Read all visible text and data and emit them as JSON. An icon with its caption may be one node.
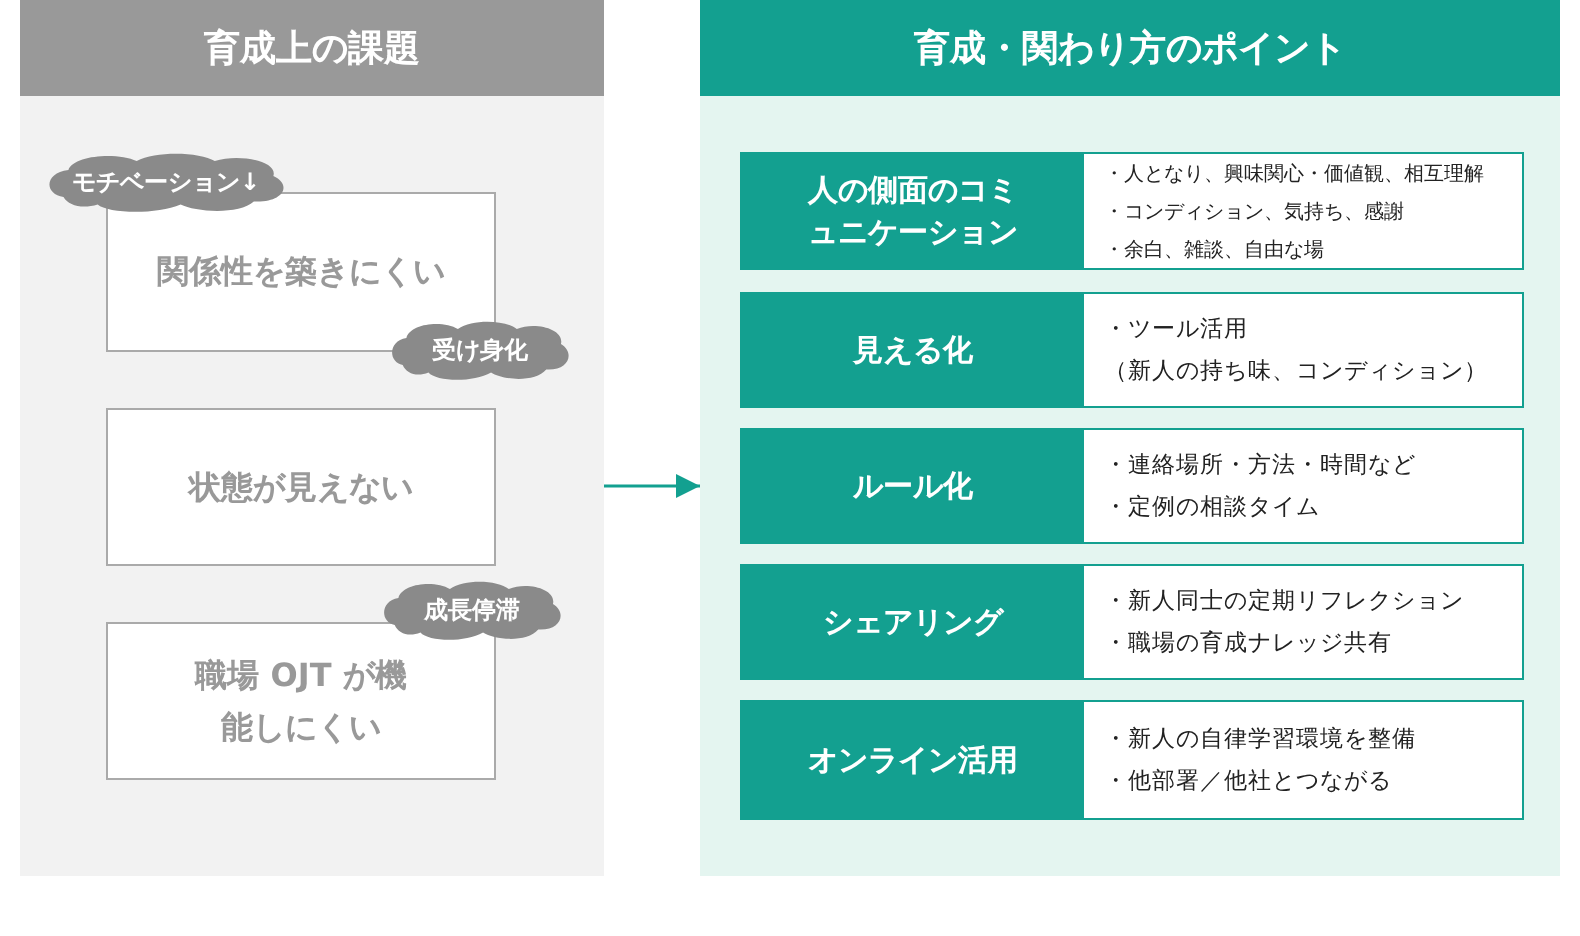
{
  "diagram": {
    "nodes": [
      {
        "text": [
          "育成上の課題"
        ]
      },
      {
        "text": [
          "モチベーション↓"
        ],
        "in": 0
      },
      {
        "text": [
          "関係性を築きにくい"
        ],
        "in": 0
      },
      {
        "text": [
          "受け身化"
        ],
        "in": 0
      },
      {
        "text": [
          "状態が見えない"
        ],
        "in": 0
      },
      {
        "text": [
          "成長停滞"
        ],
        "in": 0
      },
      {
        "text": [
          "職場 OJT が機能しにくい"
        ],
        "in": 0
      },
      {
        "text": [
          "育成・関わり方のポイント"
        ]
      },
      {
        "text": [
          "人の側面のコミュニケーション",
          "・人となり、興味関心・価値観、相互理解",
          "・コンディション、気持ち、感謝",
          "・余白、雑談、自由な場"
        ],
        "in": 7
      },
      {
        "text": [
          "見える化",
          "・ツール活用",
          "（新人の持ち味、コンディション）"
        ],
        "in": 7
      },
      {
        "text": [
          "ルール化",
          "・連絡場所・方法・時間など",
          "・定例の相談タイム"
        ],
        "in": 7
      },
      {
        "text": [
          "シェアリング",
          "・新人同士の定期リフレクション",
          "・職場の育成ナレッジ共有"
        ],
        "in": 7
      },
      {
        "text": [
          "オンライン活用",
          "・新人の自律学習環境を整備",
          "・他部署／他社とつながる"
        ],
        "in": 7
      }
    ],
    "edges": [
      {
        "from": 0,
        "to": 7,
        "arrow": "to"
      }
    ]
  }
}
